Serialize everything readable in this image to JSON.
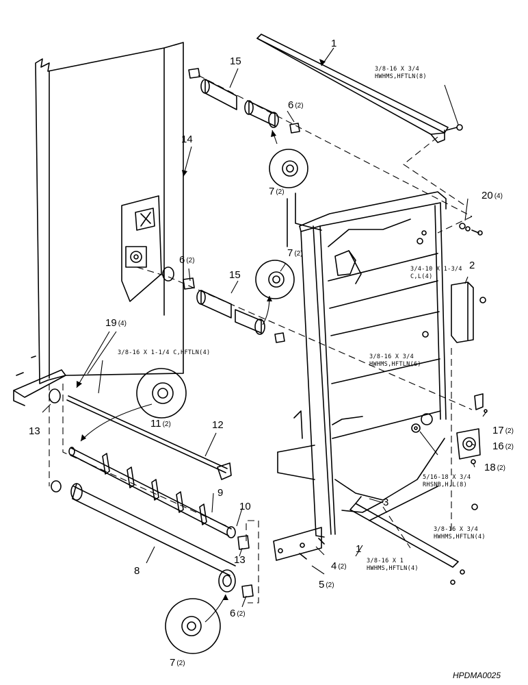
{
  "callouts": {
    "c1_top": {
      "num": "1",
      "qty": ""
    },
    "c1_bottom": {
      "num": "1",
      "qty": ""
    },
    "c2": {
      "num": "2",
      "qty": ""
    },
    "c3": {
      "num": "3",
      "qty": ""
    },
    "c4": {
      "num": "4",
      "qty": "(2)"
    },
    "c5": {
      "num": "5",
      "qty": "(2)"
    },
    "c6_top": {
      "num": "6",
      "qty": "(2)"
    },
    "c6_mid": {
      "num": "6",
      "qty": "(2)"
    },
    "c6_bottom": {
      "num": "6",
      "qty": "(2)"
    },
    "c7_top": {
      "num": "7",
      "qty": "(2)"
    },
    "c7_mid": {
      "num": "7",
      "qty": "(2)"
    },
    "c7_bottom": {
      "num": "7",
      "qty": "(2)"
    },
    "c8": {
      "num": "8",
      "qty": ""
    },
    "c9": {
      "num": "9",
      "qty": ""
    },
    "c10": {
      "num": "10",
      "qty": ""
    },
    "c11": {
      "num": "11",
      "qty": "(2)"
    },
    "c12": {
      "num": "12",
      "qty": ""
    },
    "c13_left": {
      "num": "13",
      "qty": ""
    },
    "c13_right": {
      "num": "13",
      "qty": ""
    },
    "c14": {
      "num": "14",
      "qty": ""
    },
    "c15_top": {
      "num": "15",
      "qty": ""
    },
    "c15_mid": {
      "num": "15",
      "qty": ""
    },
    "c16": {
      "num": "16",
      "qty": "(2)"
    },
    "c17": {
      "num": "17",
      "qty": "(2)"
    },
    "c18": {
      "num": "18",
      "qty": "(2)"
    },
    "c19": {
      "num": "19",
      "qty": "(4)"
    },
    "c20": {
      "num": "20",
      "qty": "(4)"
    }
  },
  "hardware_notes": {
    "n_top": {
      "line1": "3/8-16 X 3/4",
      "line2": "HWHMS,HFTLN(8)"
    },
    "n_bolt": {
      "line1": "3/4-10 X 1-3/4",
      "line2": "C,L(4)"
    },
    "n_mid": {
      "line1": "3/8-16 X 3/4",
      "line2": "HWHMS,HFTLN(6)"
    },
    "n_left": {
      "line1": "3/8-16 X 1-1/4 C,HFTLN(4)",
      "line2": ""
    },
    "n_rhsnb": {
      "line1": "5/16-18 X 3/4",
      "line2": "RHSNB,H,L(8)"
    },
    "n_bottom1": {
      "line1": "3/8-16 X 3/4",
      "line2": "HWHMS,HFTLN(4)"
    },
    "n_bottom2": {
      "line1": "3/8-16 X 1",
      "line2": "HWHMS,HFTLN(4)"
    }
  },
  "drawing_code": "HPDMA0025"
}
